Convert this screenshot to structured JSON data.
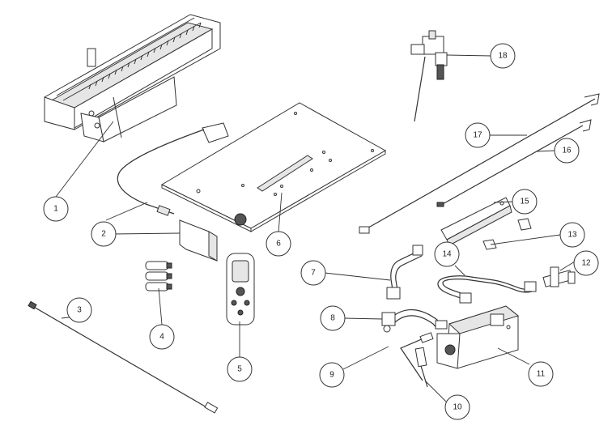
{
  "diagram": {
    "title": "Exploded parts view",
    "callouts": [
      {
        "id": "1",
        "label": "1"
      },
      {
        "id": "2",
        "label": "2"
      },
      {
        "id": "3",
        "label": "3"
      },
      {
        "id": "4",
        "label": "4"
      },
      {
        "id": "5",
        "label": "5"
      },
      {
        "id": "6",
        "label": "6"
      },
      {
        "id": "7",
        "label": "7"
      },
      {
        "id": "8",
        "label": "8"
      },
      {
        "id": "9",
        "label": "9"
      },
      {
        "id": "10",
        "label": "10"
      },
      {
        "id": "11",
        "label": "11"
      },
      {
        "id": "12",
        "label": "12"
      },
      {
        "id": "13",
        "label": "13"
      },
      {
        "id": "14",
        "label": "14"
      },
      {
        "id": "15",
        "label": "15"
      },
      {
        "id": "16",
        "label": "16"
      },
      {
        "id": "17",
        "label": "17"
      },
      {
        "id": "18",
        "label": "18"
      }
    ]
  }
}
